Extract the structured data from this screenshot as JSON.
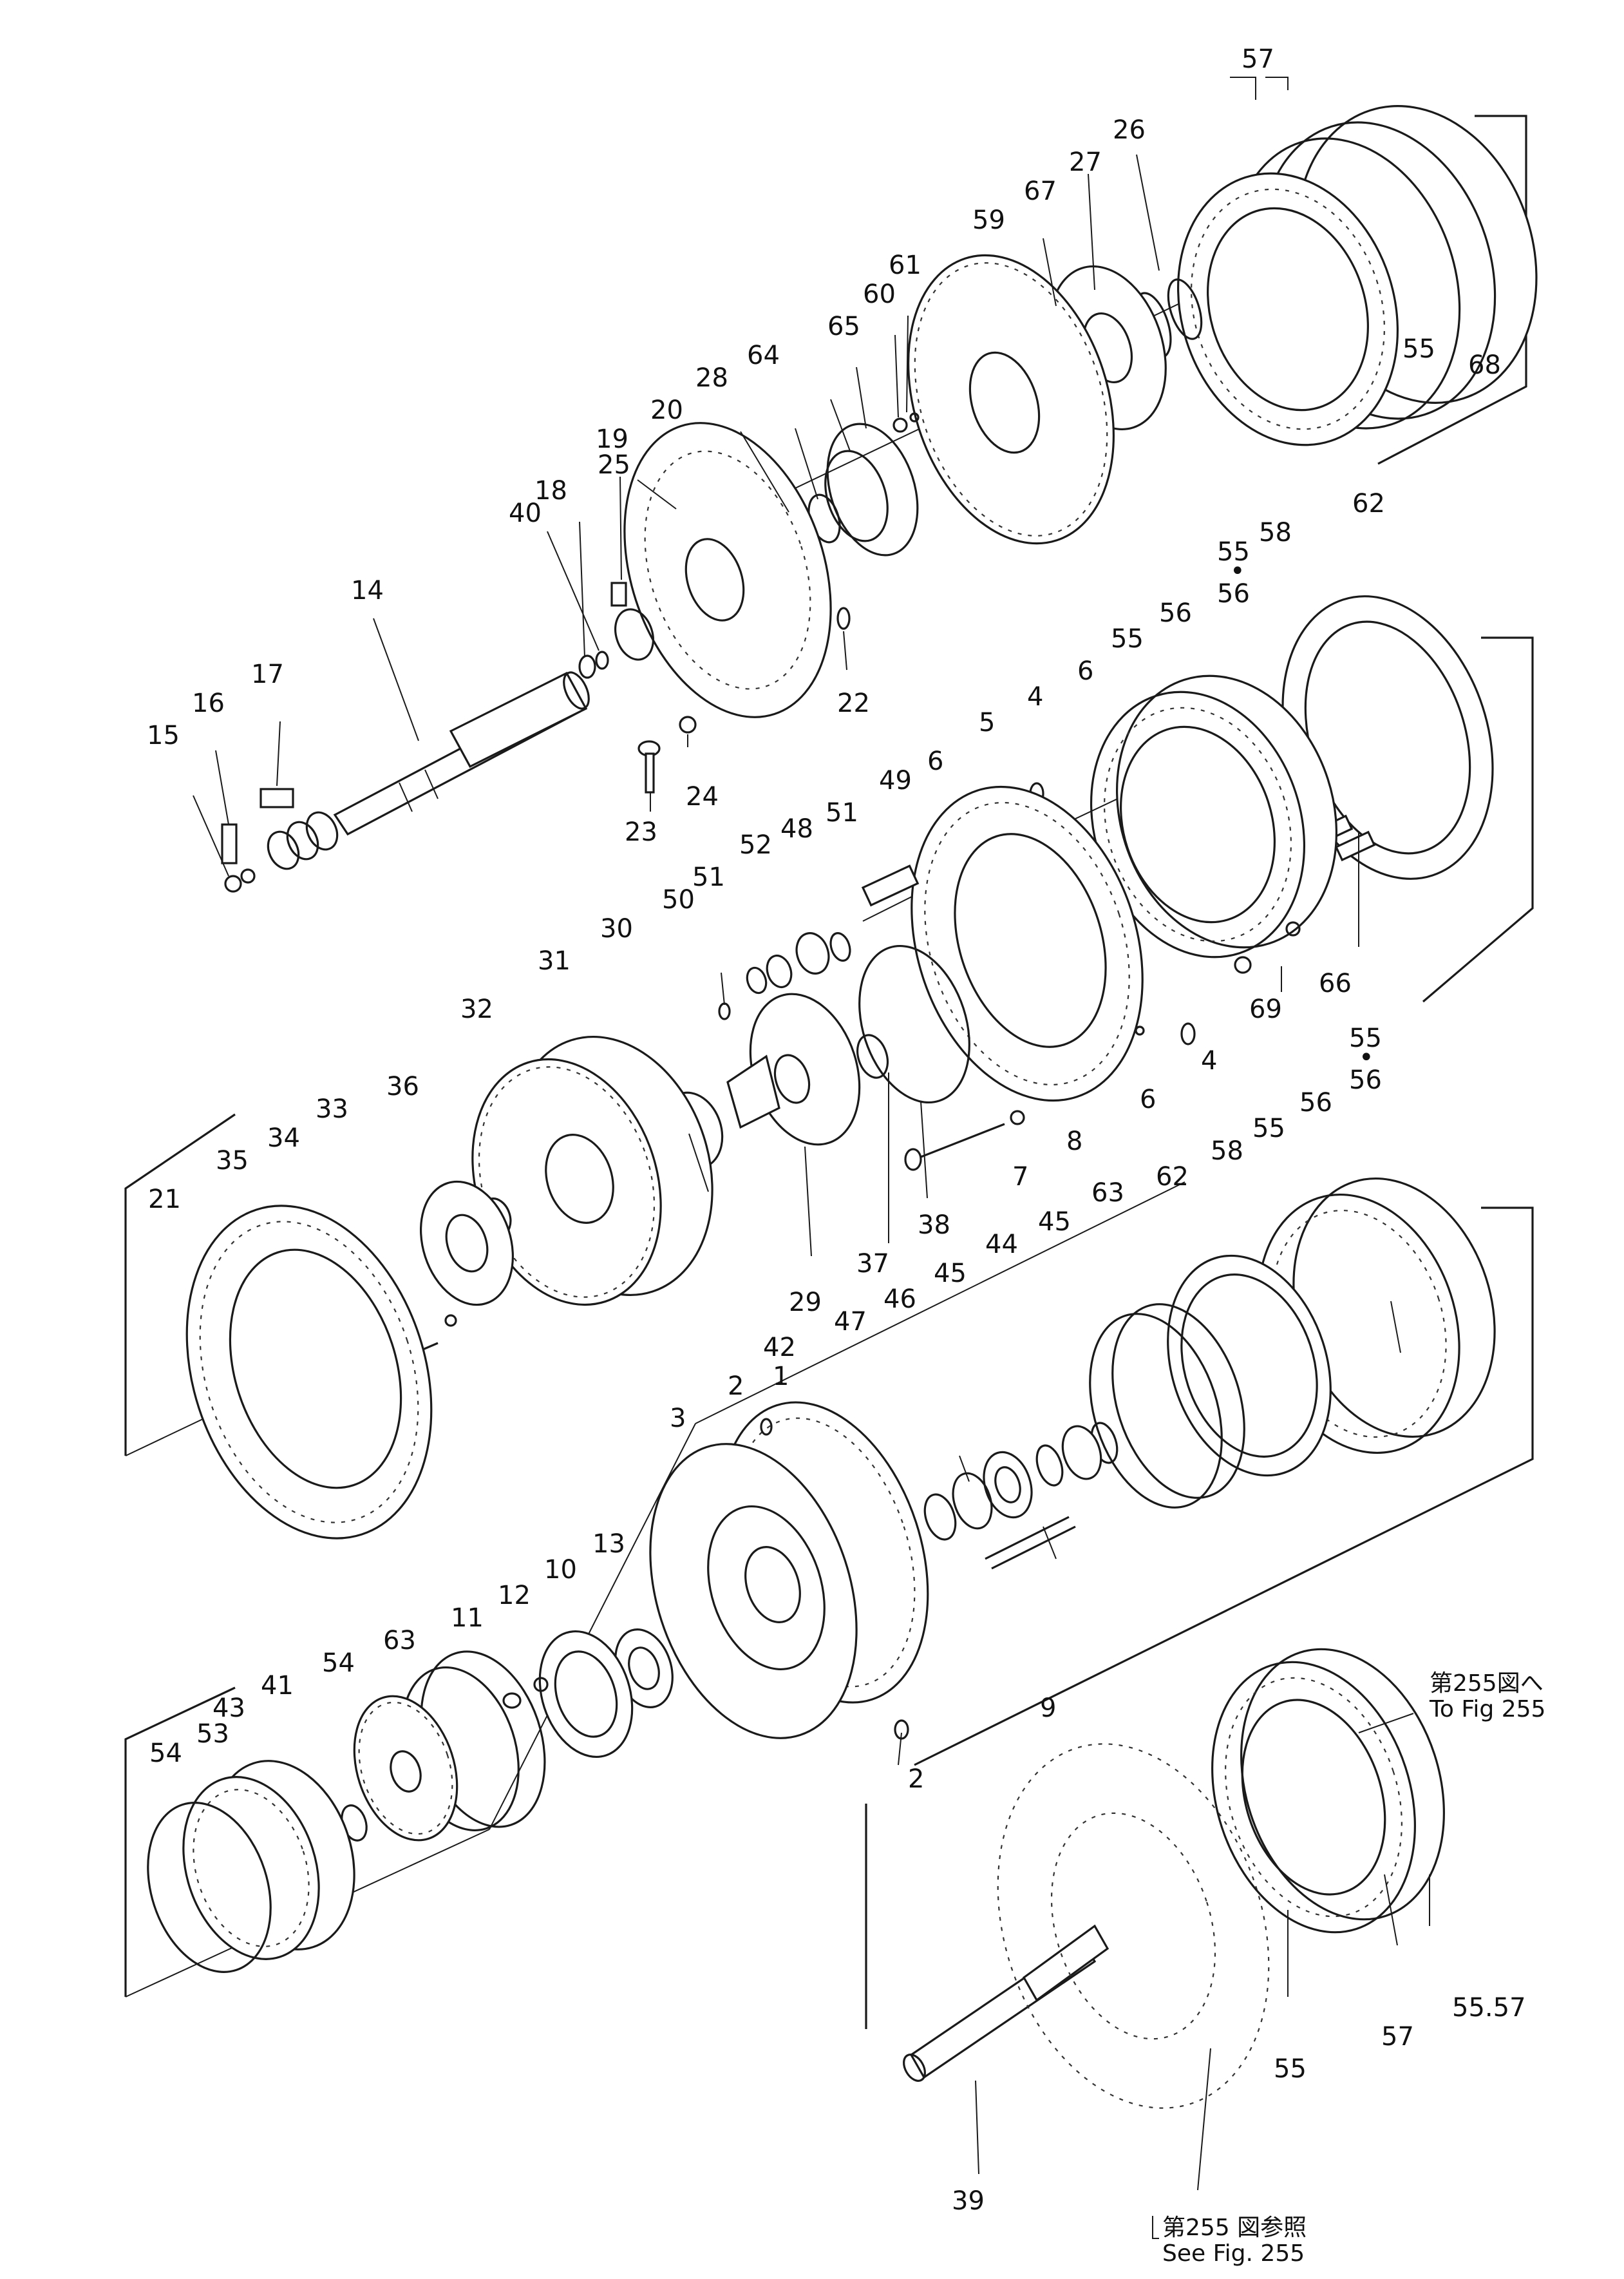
{
  "labels": {
    "l1": "1",
    "l2a": "2",
    "l2b": "2",
    "l3": "3",
    "l4a": "4",
    "l4b": "4",
    "l5": "5",
    "l6a": "6",
    "l6b": "6",
    "l6c": "6",
    "l7": "7",
    "l8": "8",
    "l9": "9",
    "l10": "10",
    "l11": "11",
    "l12": "12",
    "l13": "13",
    "l14": "14",
    "l15": "15",
    "l16": "16",
    "l17": "17",
    "l18": "18",
    "l19": "19",
    "l20": "20",
    "l21": "21",
    "l22": "22",
    "l23": "23",
    "l24": "24",
    "l25": "25",
    "l26": "26",
    "l27": "27",
    "l28": "28",
    "l29": "29",
    "l30": "30",
    "l31": "31",
    "l32": "32",
    "l33": "33",
    "l34": "34",
    "l35": "35",
    "l36": "36",
    "l37": "37",
    "l38": "38",
    "l39": "39",
    "l40": "40",
    "l41": "41",
    "l42": "42",
    "l43": "43",
    "l44": "44",
    "l45a": "45",
    "l45b": "45",
    "l46": "46",
    "l47": "47",
    "l48": "48",
    "l49": "49",
    "l50": "50",
    "l51a": "51",
    "l51b": "51",
    "l52": "52",
    "l53": "53",
    "l54a": "54",
    "l54b": "54",
    "l55a": "55",
    "l55b": "55",
    "l55c": "55",
    "l55d": "55",
    "l55e": "55",
    "l55f": "55",
    "l5557": "55.57",
    "l56a": "56",
    "l56b": "56",
    "l56c": "56",
    "l56d": "56",
    "l57a": "57",
    "l57b": "57",
    "l58a": "58",
    "l58b": "58",
    "l59": "59",
    "l60": "60",
    "l61": "61",
    "l62a": "62",
    "l62b": "62",
    "l63a": "63",
    "l63b": "63",
    "l64": "64",
    "l65": "65",
    "l66": "66",
    "l67": "67",
    "l68": "68",
    "l69": "69",
    "dot1": "•",
    "dot2": "•"
  },
  "references": {
    "to_fig_jp": "第255図へ",
    "to_fig_en": "To Fig 255",
    "see_fig_jp": "第255 図参照",
    "see_fig_en": "See Fig. 255"
  }
}
